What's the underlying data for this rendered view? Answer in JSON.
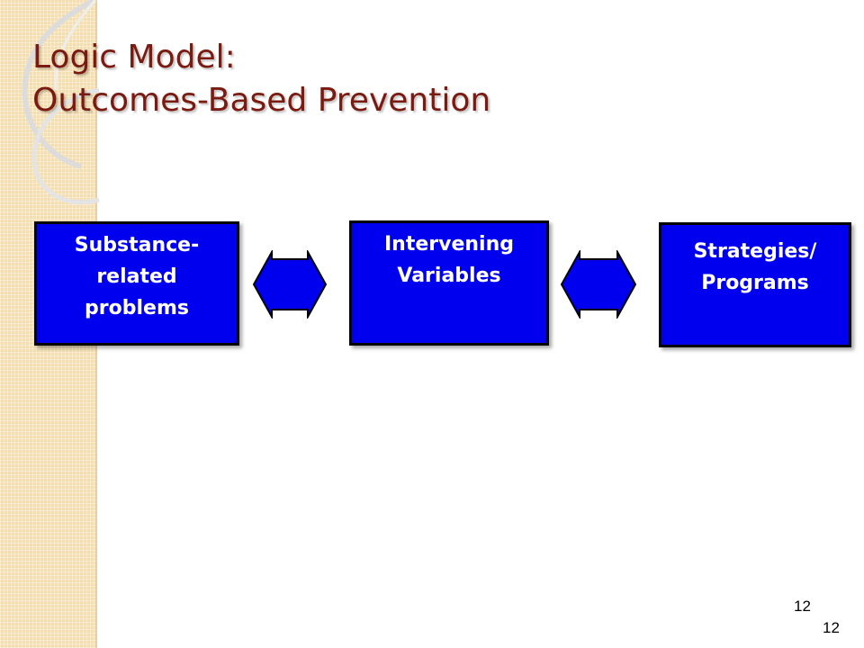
{
  "title": {
    "line1": "Logic Model:",
    "line2": "Outcomes-Based Prevention"
  },
  "boxes": [
    {
      "lines": [
        "Substance-",
        "related",
        "problems"
      ]
    },
    {
      "lines": [
        "Intervening",
        "Variables"
      ]
    },
    {
      "lines": [
        "Strategies/",
        "Programs"
      ]
    }
  ],
  "page_numbers": [
    "12",
    "12"
  ],
  "colors": {
    "box_fill": "#0000ee",
    "title_text": "#7a1a10",
    "side_strip": "#f4deb0"
  },
  "icons": [
    "double-arrow-icon",
    "double-arrow-icon"
  ]
}
